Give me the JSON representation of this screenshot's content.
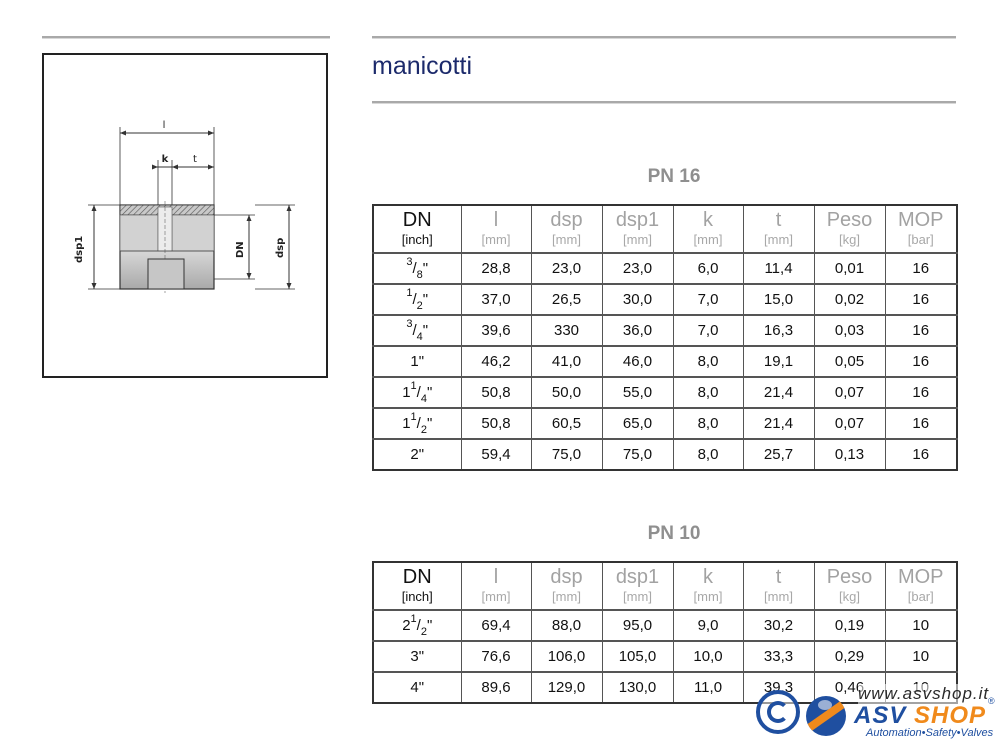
{
  "page_title": "manicotti",
  "drawing": {
    "labels": {
      "l": "l",
      "k": "k",
      "t": "t",
      "dsp1": "dsp1",
      "dn": "DN",
      "dsp": "dsp"
    }
  },
  "tables": [
    {
      "title": "PN 16",
      "headers": [
        {
          "name": "DN",
          "unit": "[inch]"
        },
        {
          "name": "l",
          "unit": "[mm]"
        },
        {
          "name": "dsp",
          "unit": "[mm]"
        },
        {
          "name": "dsp1",
          "unit": "[mm]"
        },
        {
          "name": "k",
          "unit": "[mm]"
        },
        {
          "name": "t",
          "unit": "[mm]"
        },
        {
          "name": "Peso",
          "unit": "[kg]"
        },
        {
          "name": "MOP",
          "unit": "[bar]"
        }
      ],
      "rows": [
        {
          "dn": {
            "whole": "",
            "num": "3",
            "den": "8"
          },
          "cells": [
            "28,8",
            "23,0",
            "23,0",
            "6,0",
            "11,4",
            "0,01",
            "16"
          ]
        },
        {
          "dn": {
            "whole": "",
            "num": "1",
            "den": "2"
          },
          "cells": [
            "37,0",
            "26,5",
            "30,0",
            "7,0",
            "15,0",
            "0,02",
            "16"
          ]
        },
        {
          "dn": {
            "whole": "",
            "num": "3",
            "den": "4"
          },
          "cells": [
            "39,6",
            "330",
            "36,0",
            "7,0",
            "16,3",
            "0,03",
            "16"
          ]
        },
        {
          "dn": {
            "whole": "1",
            "num": "",
            "den": ""
          },
          "cells": [
            "46,2",
            "41,0",
            "46,0",
            "8,0",
            "19,1",
            "0,05",
            "16"
          ]
        },
        {
          "dn": {
            "whole": "1",
            "num": "1",
            "den": "4"
          },
          "cells": [
            "50,8",
            "50,0",
            "55,0",
            "8,0",
            "21,4",
            "0,07",
            "16"
          ]
        },
        {
          "dn": {
            "whole": "1",
            "num": "1",
            "den": "2"
          },
          "cells": [
            "50,8",
            "60,5",
            "65,0",
            "8,0",
            "21,4",
            "0,07",
            "16"
          ]
        },
        {
          "dn": {
            "whole": "2",
            "num": "",
            "den": ""
          },
          "cells": [
            "59,4",
            "75,0",
            "75,0",
            "8,0",
            "25,7",
            "0,13",
            "16"
          ]
        }
      ]
    },
    {
      "title": "PN 10",
      "headers": [
        {
          "name": "DN",
          "unit": "[inch]"
        },
        {
          "name": "l",
          "unit": "[mm]"
        },
        {
          "name": "dsp",
          "unit": "[mm]"
        },
        {
          "name": "dsp1",
          "unit": "[mm]"
        },
        {
          "name": "k",
          "unit": "[mm]"
        },
        {
          "name": "t",
          "unit": "[mm]"
        },
        {
          "name": "Peso",
          "unit": "[kg]"
        },
        {
          "name": "MOP",
          "unit": "[bar]"
        }
      ],
      "rows": [
        {
          "dn": {
            "whole": "2",
            "num": "1",
            "den": "2"
          },
          "cells": [
            "69,4",
            "88,0",
            "95,0",
            "9,0",
            "30,2",
            "0,19",
            "10"
          ]
        },
        {
          "dn": {
            "whole": "3",
            "num": "",
            "den": ""
          },
          "cells": [
            "76,6",
            "106,0",
            "105,0",
            "10,0",
            "33,3",
            "0,29",
            "10"
          ]
        },
        {
          "dn": {
            "whole": "4",
            "num": "",
            "den": ""
          },
          "cells": [
            "89,6",
            "129,0",
            "130,0",
            "11,0",
            "39,3",
            "0,46",
            "10"
          ]
        }
      ]
    }
  ],
  "watermark": {
    "url": "www.asvshop.it",
    "brand_a": "ASV",
    "brand_b": "SHOP",
    "registered": "®",
    "tagline": "Automation•Safety•Valves",
    "colors": {
      "blue": "#1f4fa0",
      "orange": "#f08a1c"
    }
  }
}
